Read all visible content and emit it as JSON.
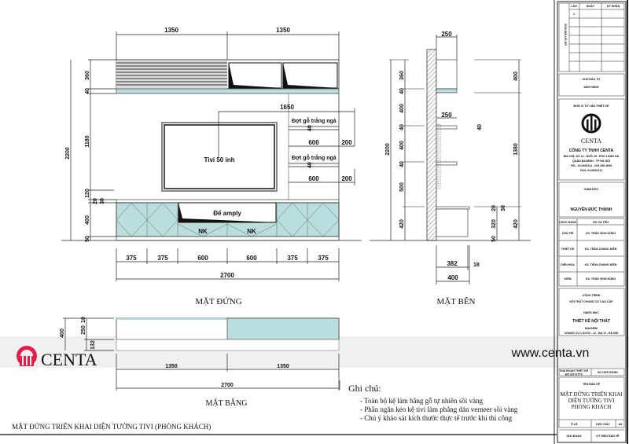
{
  "colors": {
    "accent": "#b9dedd",
    "logo": "#e0204a",
    "watermark_band": "#f0f0f0"
  },
  "front": {
    "title": "MẶT ĐỨNG",
    "top_dims": [
      "1350",
      "1350"
    ],
    "dim_1650": "1650",
    "shelf_label": "Đợt gỗ trắng ngà",
    "shelf_dims": [
      "600",
      "200"
    ],
    "shelf_thick": "40",
    "tv": "Tivi 50 inh",
    "amply": "Để amply",
    "nk": "NK",
    "bottom_dims": [
      "375",
      "375",
      "600",
      "600",
      "375",
      "375"
    ],
    "total": "2700",
    "left_dims": [
      "360",
      "40",
      "1180",
      "120",
      "20",
      "30",
      "400",
      "50"
    ],
    "height": "2200"
  },
  "side": {
    "title": "MẶT BÊN",
    "top": "250",
    "mid": "250",
    "left_dims": [
      "360",
      "40",
      "400",
      "40",
      "400",
      "40",
      "500",
      "420"
    ],
    "height": "2200",
    "right_dims": [
      "400",
      "1380",
      "420"
    ],
    "inner_dims": [
      "40",
      "20",
      "30",
      "320",
      "50"
    ],
    "bottom": [
      "382",
      "18",
      "400"
    ]
  },
  "plan": {
    "title": "MẶT BẰNG",
    "left_dims": [
      "400",
      "10",
      "250",
      "132"
    ],
    "dims": [
      "1350",
      "1350"
    ],
    "total": "2700"
  },
  "sheet_title": "MẶT ĐỨNG TRIỂN KHAI DIỆN TƯỜNG TIVI (PHÒNG KHÁCH)",
  "notes": {
    "heading": "Ghi chú:",
    "items": [
      "- Toàn bộ kệ làm bằng gỗ tự nhiên sồi vàng",
      "- Phần  ngăn kéo kệ tivi làm phẳng dán verneer sồi vàng",
      "- Chú ý khảo sát kích thước thực tế trước khi thi công"
    ]
  },
  "watermark": {
    "brand": "CENTA",
    "url": "www.centa.vn"
  },
  "title_block": {
    "rev_headers": [
      "LẦN",
      "NGÀY",
      "KÝ NHẬN"
    ],
    "rev_no": "1",
    "rev_label": "SỬA ĐỔI HỒ SƠ",
    "owner_label": "CHỦ ĐẦU TƯ",
    "owner": "ANH HÙNG",
    "consultant_label": "ĐƠN VỊ TƯ VẤN THIẾT KẾ",
    "logo_text": "CENTA",
    "company": "CÔNG TY TNHH CENTA",
    "address1": "ĐỊA CHỈ: SỐ 14 - NGÕ 25 - PHỐ LÁNG HẠ",
    "address2": "QUẬN BA ĐÌNH - TP HÀ NỘI",
    "tel": "TEL: 04.6666111 - 094 456 3666",
    "fax": "FAX: 04.6666111",
    "director_label": "GIÁM ĐỐC",
    "director": "NGUYỄN ĐỨC THÀNH",
    "staff_headers": [
      "CHỨC DANH",
      "HỌ VÀ TÊN"
    ],
    "staff": [
      [
        "CHỦ TRÌ",
        "KS. TRẦN VINH DŨNG"
      ],
      [
        "THIẾT KẾ",
        "KS. TRẦN CHUNG KIÊN"
      ],
      [
        "DIỄN HỌA",
        "KS. TRẦN CHUNG KIÊN"
      ],
      [
        "KIỂM",
        "KS. TRẦN VINH DŨNG"
      ]
    ],
    "project_label": "CÔNG TRÌNH",
    "project": "NỘI THẤT CHUNG CƯ CAO CẤP",
    "category_label": "HẠNG MỤC",
    "category": "THIẾT KẾ NỘI THẤT",
    "location_label": "ĐỊA ĐIỂM",
    "location": "CHUNG CƯ LICOGI - 12 - BA VÌ - HÀ NỘI",
    "stage_label": "GIAI ĐOẠN THIẾT KẾ",
    "stage": "HỒ SƠ KTTC",
    "contract_label": "SỐ HỢP ĐỒNG",
    "drawing_label": "TÊN BẢN VẼ",
    "drawing_lines": [
      "MẶT ĐỨNG TRIỂN KHAI",
      "DIỆN TƯỜNG TIVI",
      "PHÒNG KHÁCH"
    ],
    "scale_label": "TỈ LỆ",
    "paper_label": "KHỔ GIẤY",
    "paper": "A4",
    "phase_label": "GIAI ĐOẠN",
    "code_label": "KÝ HIỆU BẢN VẼ"
  }
}
